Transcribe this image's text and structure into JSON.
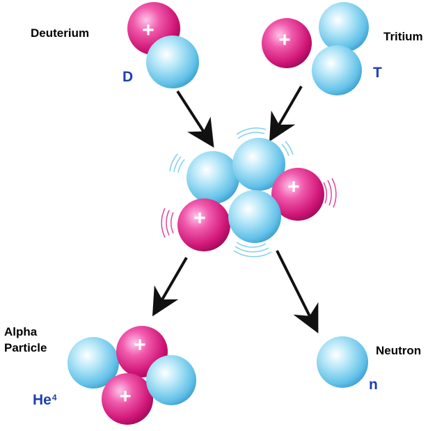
{
  "labels": {
    "deuterium": "Deuterium",
    "deuterium_symbol": "D",
    "tritium": "Tritium",
    "tritium_symbol": "T",
    "alpha_line1": "Alpha",
    "alpha_line2": "Particle",
    "helium_symbol": "He",
    "helium_mass": "4",
    "neutron": "Neutron",
    "neutron_symbol": "n"
  },
  "proton_sign": "+",
  "colors": {
    "proton": "#d9207f",
    "neutron": "#6cc6e8",
    "symbol_text": "#1d3fb0",
    "arrow": "#111111"
  }
}
